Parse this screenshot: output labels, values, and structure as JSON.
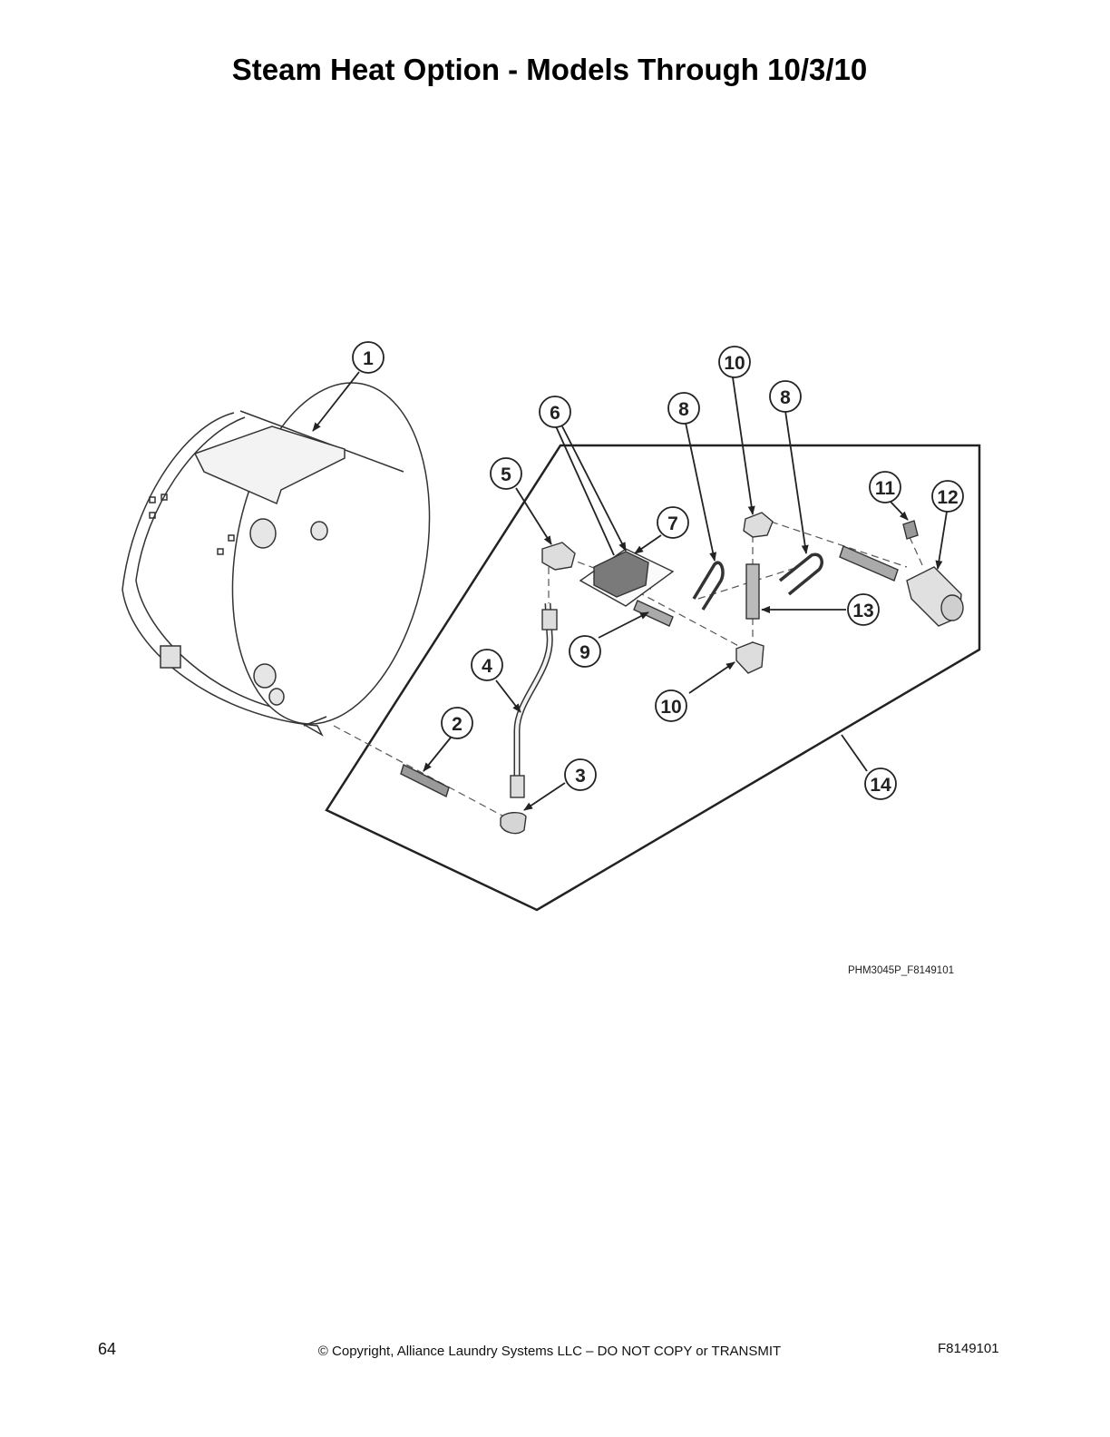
{
  "page": {
    "title": "Steam Heat Option - Models Through 10/3/10",
    "figure_id": "PHM3045P_F8149101",
    "page_number": "64",
    "copyright": "© Copyright, Alliance Laundry Systems LLC – DO NOT COPY or TRANSMIT",
    "document_number": "F8149101"
  },
  "callouts": {
    "c1": "1",
    "c2": "2",
    "c3": "3",
    "c4": "4",
    "c5": "5",
    "c6": "6",
    "c7": "7",
    "c8a": "8",
    "c8b": "8",
    "c9": "9",
    "c10a": "10",
    "c10b": "10",
    "c11": "11",
    "c12": "12",
    "c13": "13",
    "c14": "14"
  }
}
